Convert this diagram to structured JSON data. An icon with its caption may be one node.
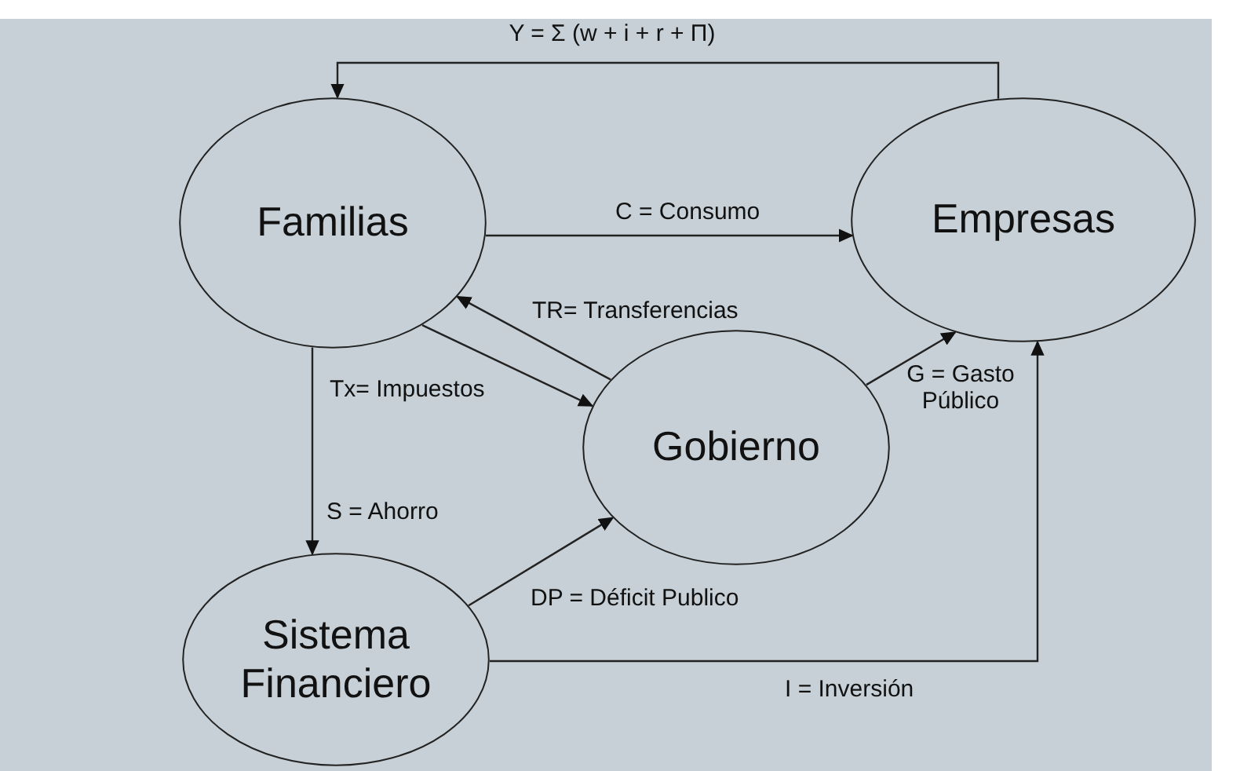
{
  "diagram": {
    "nodes": [
      {
        "text": [
          "Familias"
        ]
      },
      {
        "text": [
          "Empresas"
        ]
      },
      {
        "text": [
          "Gobierno"
        ]
      },
      {
        "text": [
          "Sistema Financiero"
        ]
      }
    ],
    "edges": [
      {
        "from": 1,
        "to": 0,
        "arrow": "to",
        "label": "Y = Σ (w + i + r + Π)"
      },
      {
        "from": 0,
        "to": 1,
        "arrow": "to",
        "label": "C = Consumo"
      },
      {
        "from": 2,
        "to": 0,
        "arrow": "to",
        "label": "TR= Transferencias"
      },
      {
        "from": 0,
        "to": 2,
        "arrow": "to",
        "label": "Tx= Impuestos"
      },
      {
        "from": 0,
        "to": 3,
        "arrow": "to",
        "label": "S = Ahorro"
      },
      {
        "from": 3,
        "to": 2,
        "arrow": "to",
        "label": "DP = Déficit Publico"
      },
      {
        "from": 2,
        "to": 1,
        "arrow": "to",
        "label": "G = Gasto Público"
      },
      {
        "from": 3,
        "to": 1,
        "arrow": "to",
        "label": "I = Inversión"
      }
    ]
  }
}
